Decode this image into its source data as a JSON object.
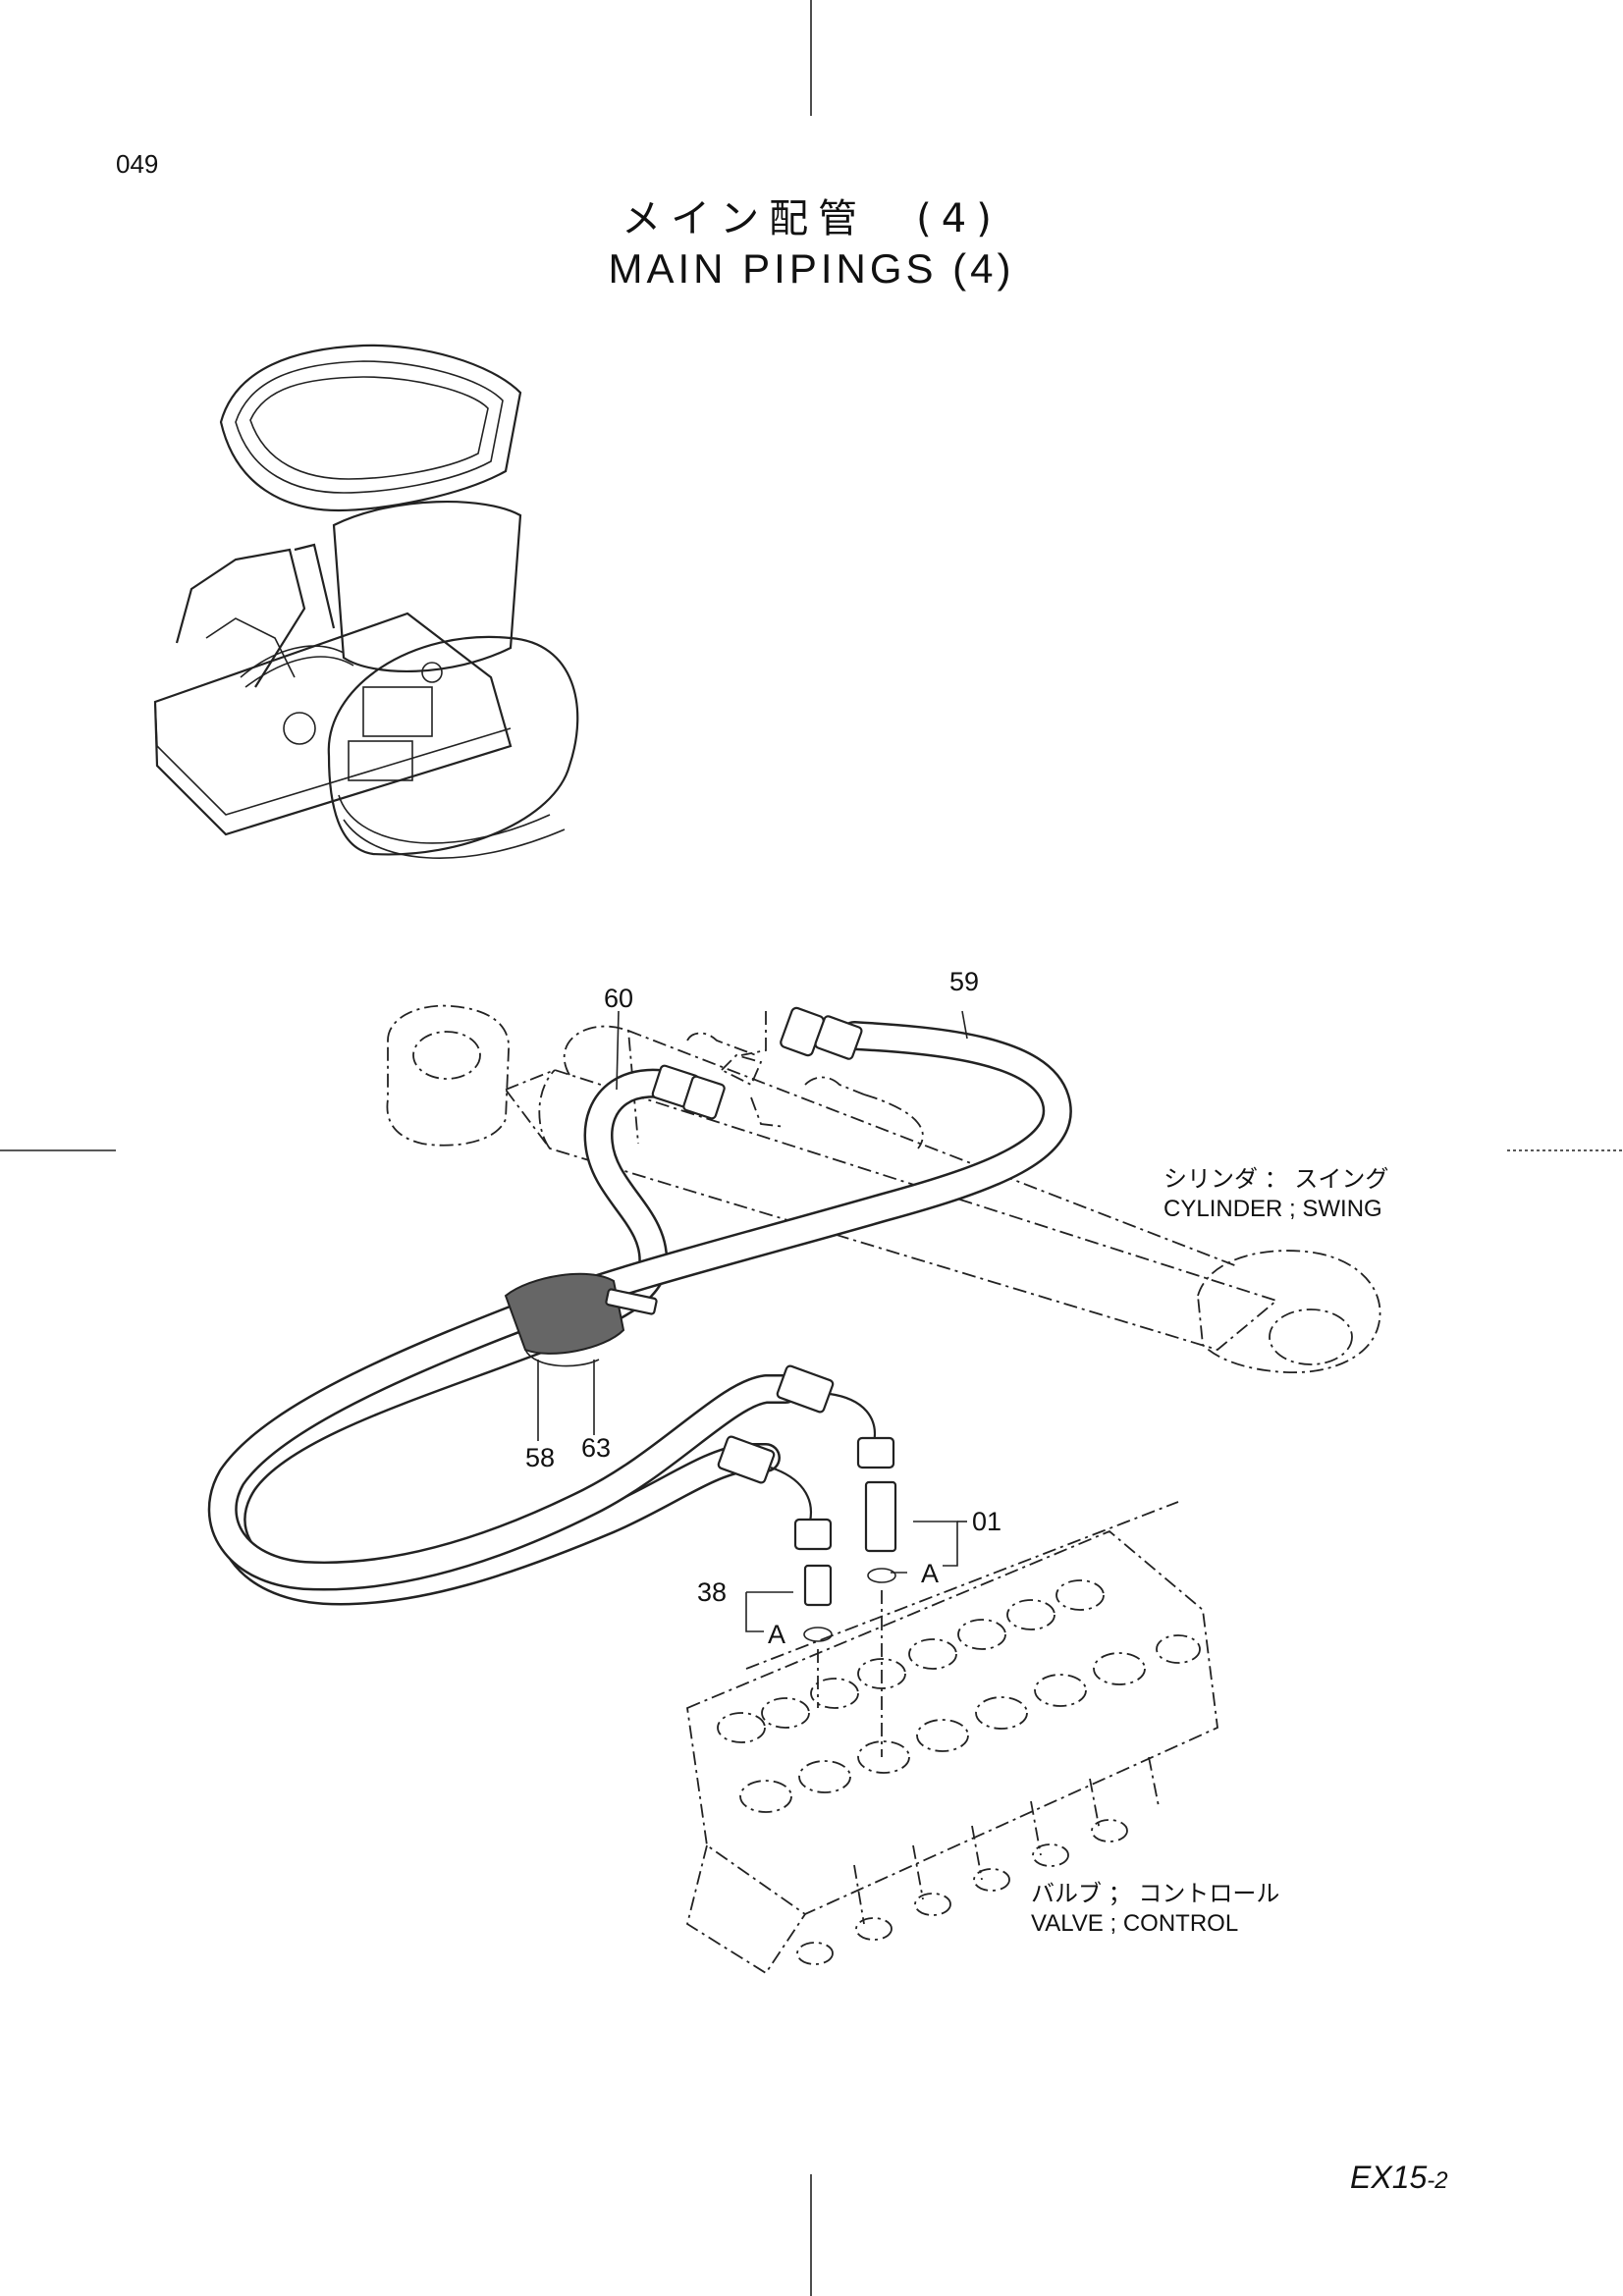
{
  "page_number": "049",
  "title_jp": "メイン配管　(4)",
  "title_en": "MAIN PIPINGS (4)",
  "labels": {
    "cylinder_jp": "シリンダ ： スイング",
    "cylinder_en": "CYLINDER ; SWING",
    "valve_jp": "バルブ ； コントロール",
    "valve_en": "VALVE ; CONTROL"
  },
  "callouts": {
    "p59": "59",
    "p60": "60",
    "p58": "58",
    "p63": "63",
    "p01": "01",
    "p38": "38",
    "refA1": "A",
    "refA2": "A"
  },
  "doc_code": "EX15",
  "doc_code_suffix": "-2"
}
